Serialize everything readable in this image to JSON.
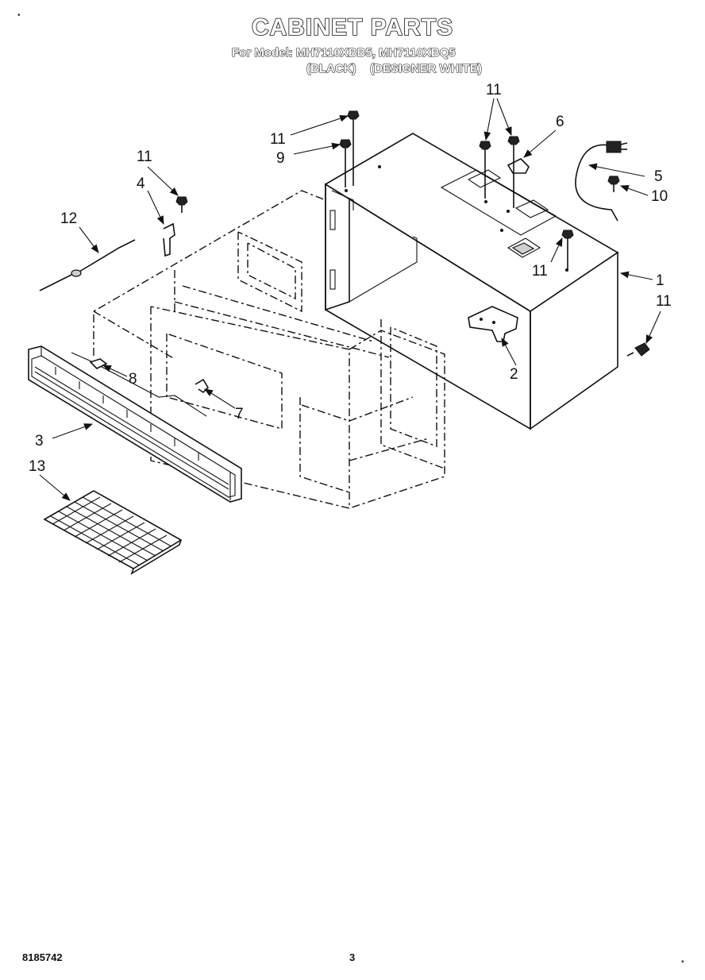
{
  "header": {
    "title": "CABINET PARTS",
    "model_line": "For Model: MH7110XBB5, MH7110XBQ5",
    "color_black": "(BLACK)",
    "color_white": "(DESIGNER WHITE)"
  },
  "callouts": {
    "c1": "1",
    "c2": "2",
    "c3": "3",
    "c4": "4",
    "c5": "5",
    "c6": "6",
    "c7": "7",
    "c8": "8",
    "c9": "9",
    "c10": "10",
    "c11a": "11",
    "c11b": "11",
    "c11c": "11",
    "c11d": "11",
    "c11e": "11",
    "c12": "12",
    "c13": "13"
  },
  "footer": {
    "doc_number": "8185742",
    "page_number": "3"
  }
}
